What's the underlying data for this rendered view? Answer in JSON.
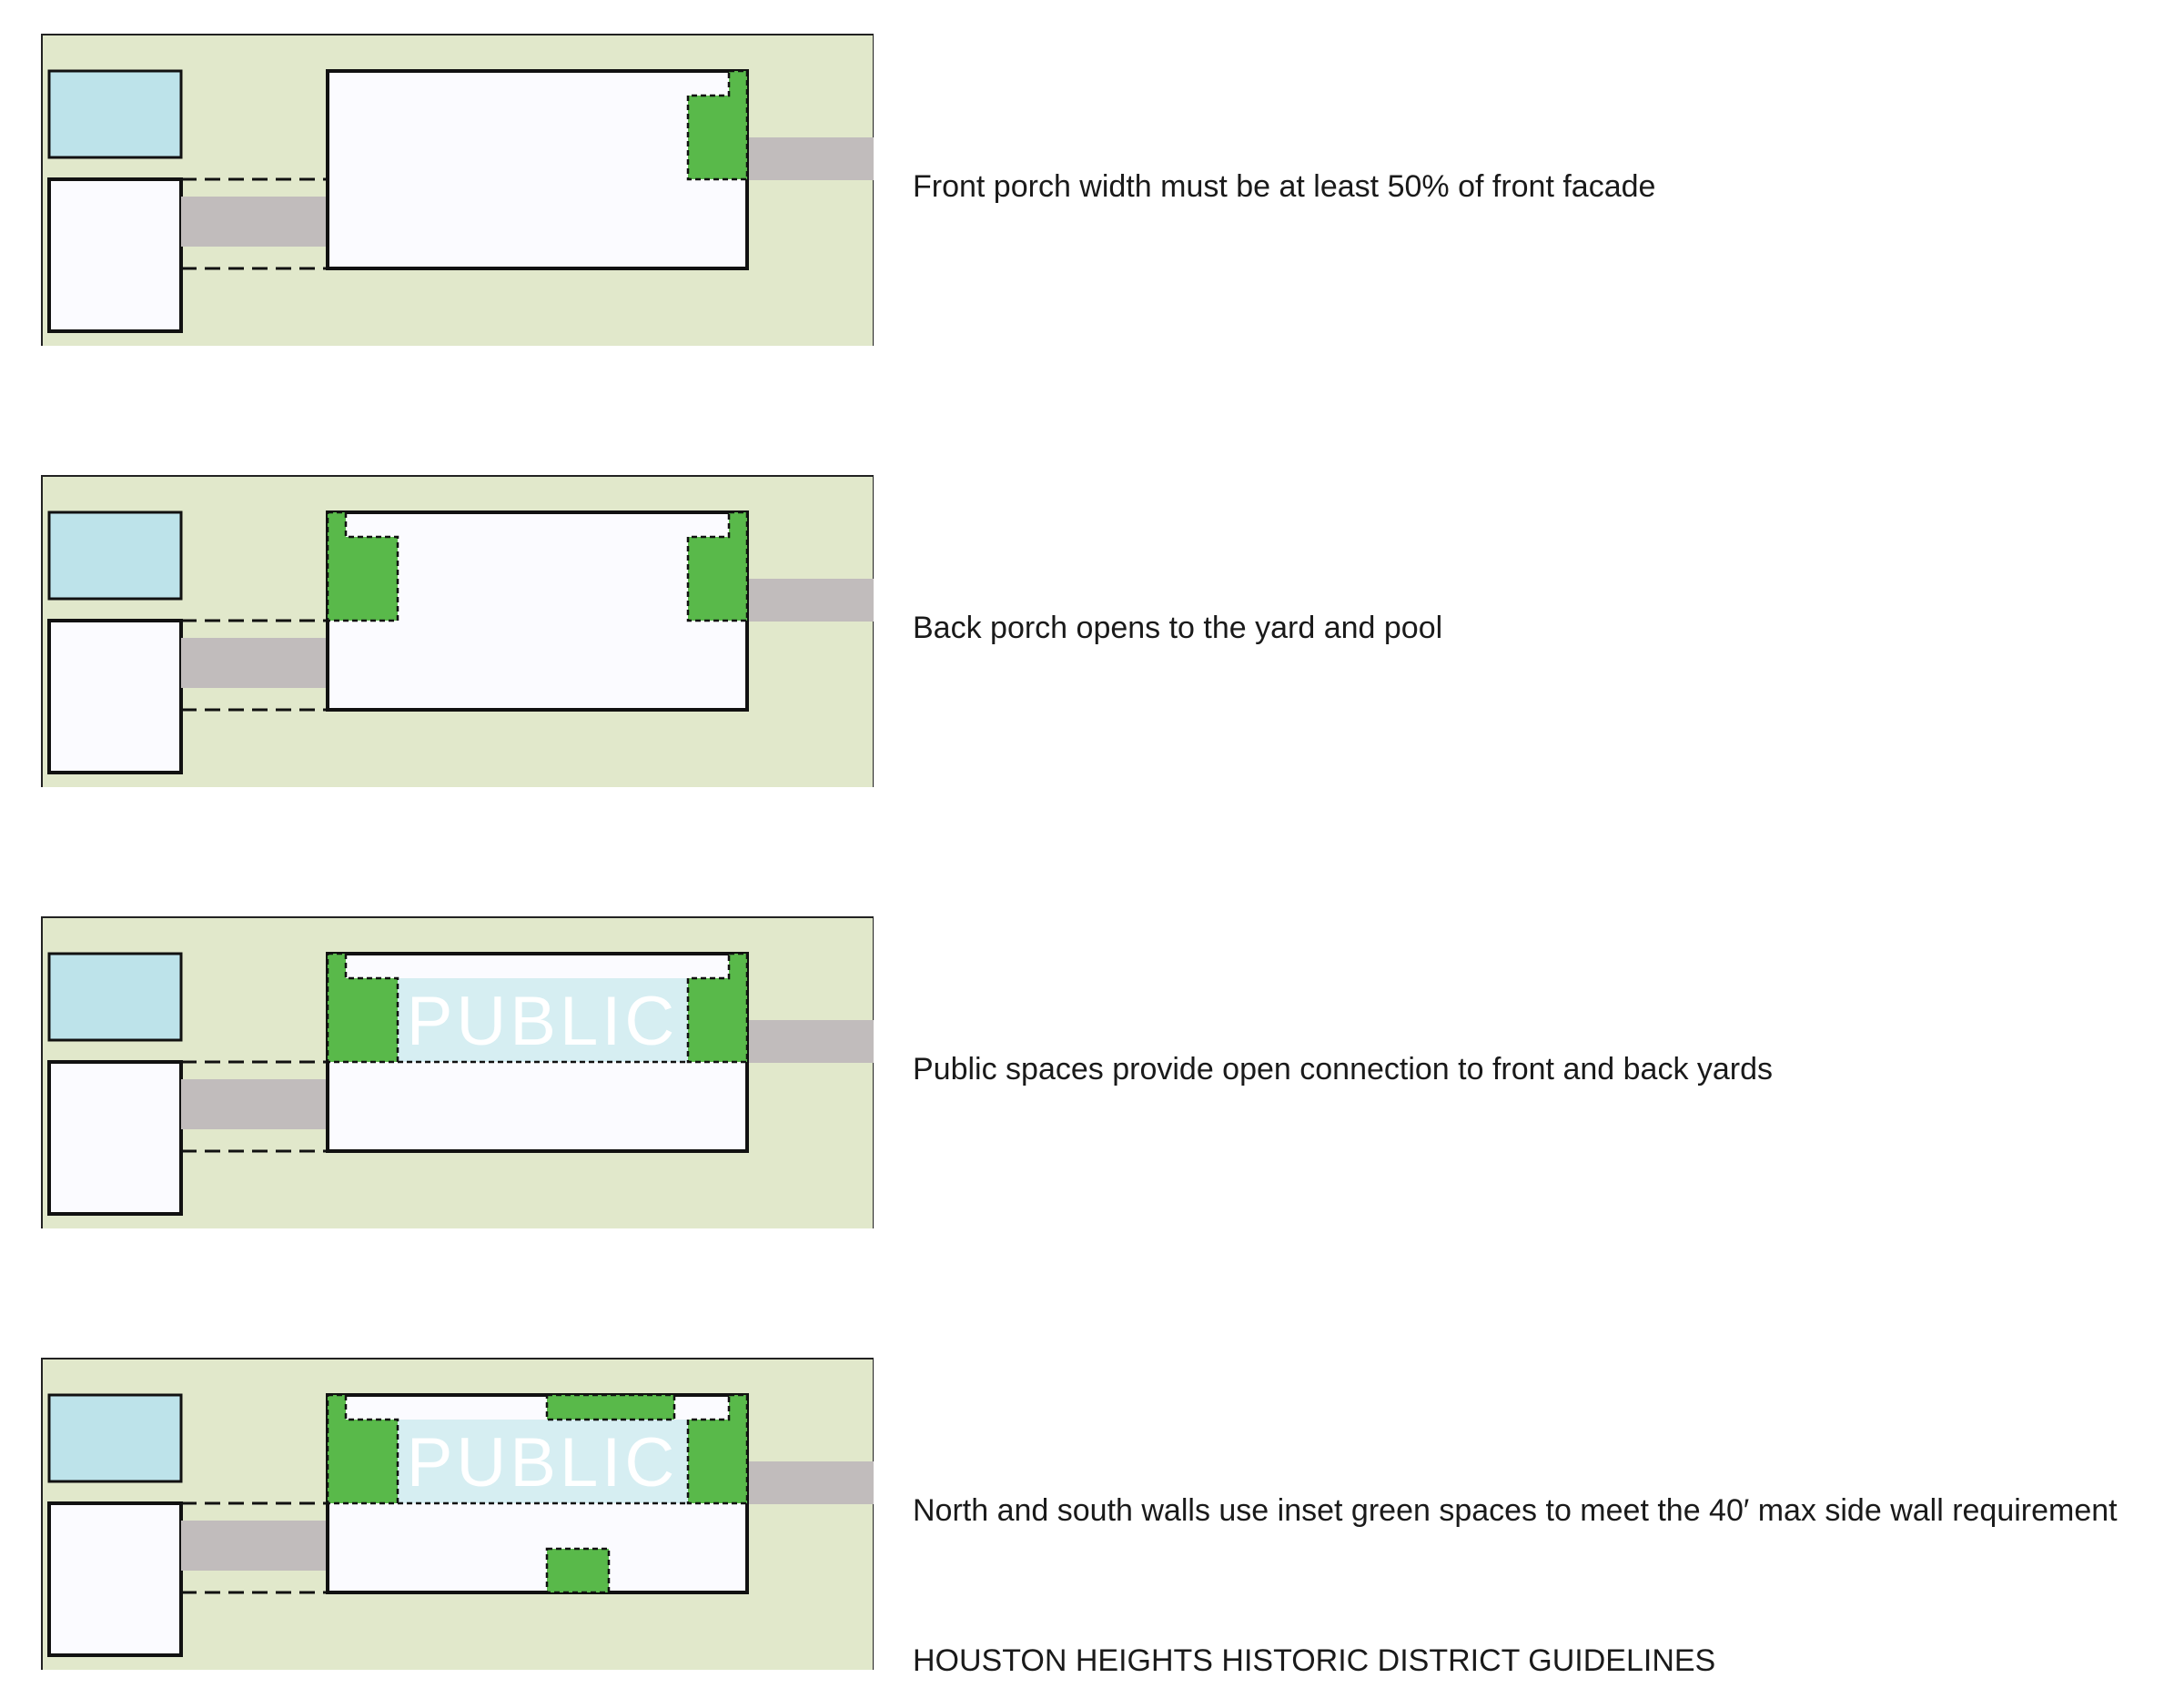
{
  "panels": [
    {
      "caption": "Front porch width must be at least 50% of front facade"
    },
    {
      "caption": "Back porch opens to the yard and pool"
    },
    {
      "caption": "Public spaces provide open connection to front and back yards",
      "public_label": "PUBLIC"
    },
    {
      "caption": "North and south walls use inset green spaces to meet the 40′ max side wall requirement",
      "public_label": "PUBLIC"
    }
  ],
  "footer": "HOUSTON HEIGHTS HISTORIC DISTRICT GUIDELINES",
  "colors": {
    "lot": "#e1e8cb",
    "pool": "#bde3ea",
    "building": "#fbfbff",
    "walkway": "#c1bcbc",
    "green_space": "#59b94a",
    "public_zone": "#d6eef2",
    "outline": "#111111"
  }
}
